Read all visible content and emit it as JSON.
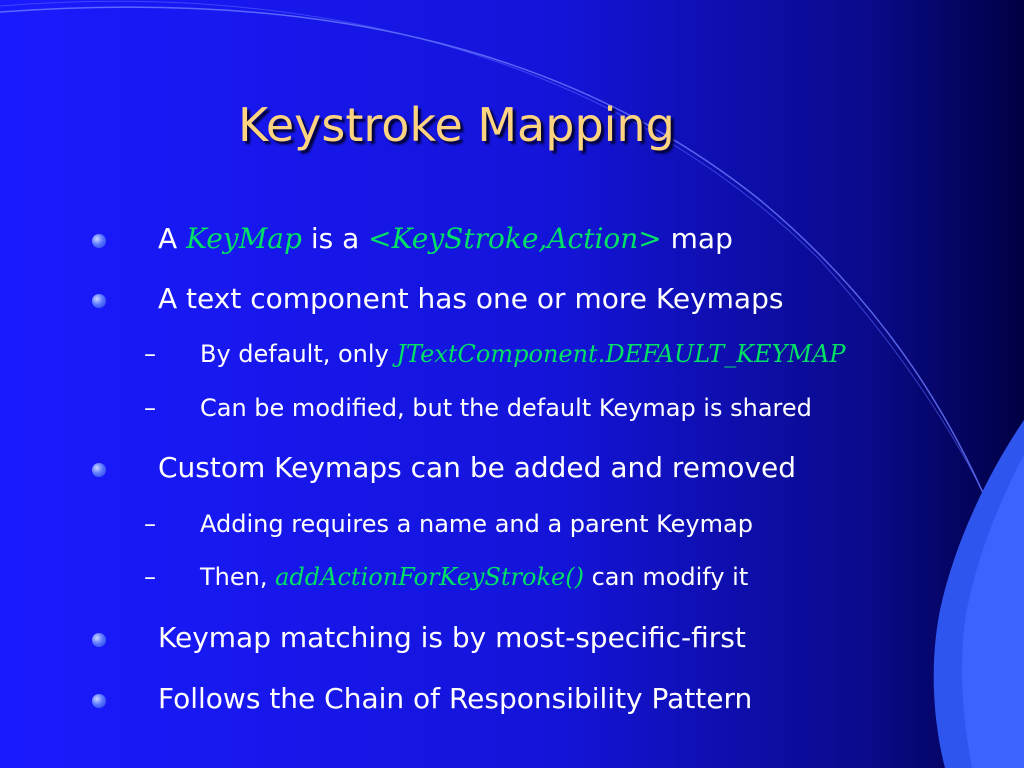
{
  "slide": {
    "title": "Keystroke Mapping",
    "items": [
      {
        "level": 1,
        "parts": [
          "A",
          "KeyMap",
          "is a",
          "<KeyStroke,Action>",
          "map"
        ]
      },
      {
        "level": 1,
        "text": "A text component has one or more Keymaps"
      },
      {
        "level": 2,
        "parts": [
          "By default, only",
          "JTextComponent.DEFAULT_KEYMAP"
        ]
      },
      {
        "level": 2,
        "text": "Can be modified, but the default Keymap is shared"
      },
      {
        "level": 1,
        "text": "Custom Keymaps can be added and removed"
      },
      {
        "level": 2,
        "text": "Adding requires a name and a parent Keymap"
      },
      {
        "level": 2,
        "parts": [
          "Then,",
          "addActionForKeyStroke()",
          "can modify it"
        ]
      },
      {
        "level": 1,
        "text": "Keymap matching is by most-specific-first"
      },
      {
        "level": 1,
        "text": "Follows the Chain of Responsibility Pattern"
      }
    ],
    "dash_symbol": "–"
  },
  "colors": {
    "title": "#ffd480",
    "code": "#00e066",
    "text": "#ffffff",
    "background": "#1414d8"
  },
  "icons": {
    "bullet": "blue-sphere-bullet-icon"
  }
}
